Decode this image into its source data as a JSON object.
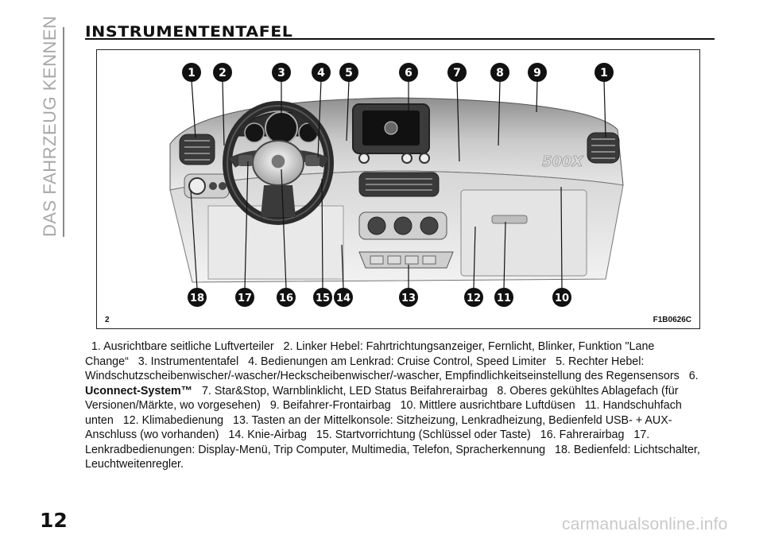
{
  "chapter": "DAS FAHRZEUG KENNEN",
  "section_title": "INSTRUMENTENTAFEL",
  "figure": {
    "number": "2",
    "code": "F1B0626C",
    "brand_badge": "500X",
    "callouts_top": [
      "1",
      "2",
      "3",
      "4",
      "5",
      "6",
      "7",
      "8",
      "9",
      "1"
    ],
    "callouts_bottom": [
      "18",
      "17",
      "16",
      "15",
      "14",
      "13",
      "12",
      "11",
      "10"
    ]
  },
  "legend": [
    {
      "n": "1.",
      "text": "Ausrichtbare seitliche Luftverteiler"
    },
    {
      "n": "2.",
      "text": "Linker Hebel: Fahrtrichtungsanzeiger, Fernlicht, Blinker, Funktion \"Lane Change“"
    },
    {
      "n": "3.",
      "text": "Instrumententafel"
    },
    {
      "n": "4.",
      "text": "Bedienungen am Lenkrad: Cruise Control, Speed Limiter"
    },
    {
      "n": "5.",
      "text": "Rechter Hebel: Windschutzscheibenwischer/-wascher/Heckscheibenwischer/-wascher, Empfindlichkeitseinstellung des Regensensors"
    },
    {
      "n": "6.",
      "bold": "Uconnect-System™"
    },
    {
      "n": "7.",
      "text": "Star&Stop, Warnblinklicht, LED Status Beifahrerairbag"
    },
    {
      "n": "8.",
      "text": "Oberes gekühltes Ablagefach (für Versionen/Märkte, wo vorgesehen)"
    },
    {
      "n": "9.",
      "text": "Beifahrer-Frontairbag"
    },
    {
      "n": "10.",
      "text": "Mittlere ausrichtbare Luftdüsen"
    },
    {
      "n": "11.",
      "text": "Handschuhfach unten"
    },
    {
      "n": "12.",
      "text": "Klimabedienung"
    },
    {
      "n": "13.",
      "text": "Tasten an der Mittelkonsole: Sitzheizung, Lenkradheizung, Bedienfeld USB- + AUX-Anschluss (wo vorhanden)"
    },
    {
      "n": "14.",
      "text": "Knie-Airbag"
    },
    {
      "n": "15.",
      "text": "Startvorrichtung (Schlüssel oder Taste)"
    },
    {
      "n": "16.",
      "text": "Fahrerairbag"
    },
    {
      "n": "17.",
      "text": "Lenkradbedienungen: Display-Menü, Trip Computer, Multimedia, Telefon, Spracherkennung"
    },
    {
      "n": "18.",
      "text": "Bedienfeld: Lichtschalter, Leuchtweitenregler."
    }
  ],
  "page_number": "12",
  "watermark": "carmanualsonline.info"
}
